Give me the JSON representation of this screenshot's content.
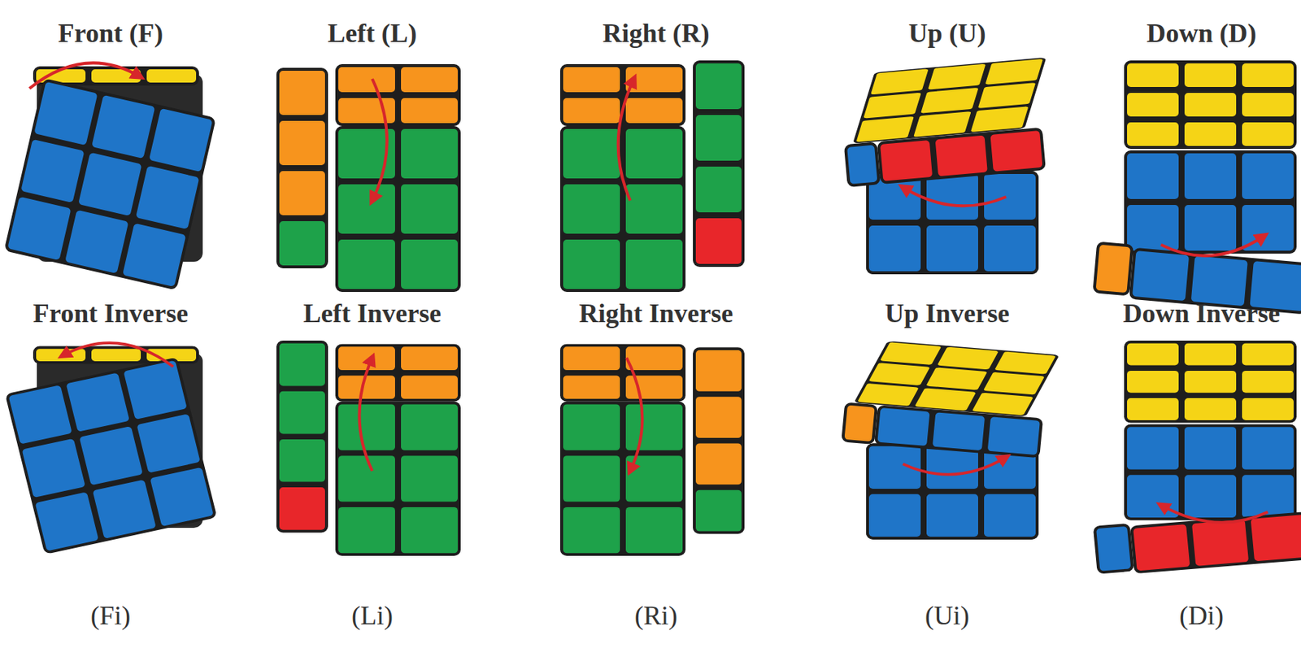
{
  "diagram": {
    "labels": [
      "Front (F)",
      "Left (L)",
      "Right (R)",
      "Up (U)",
      "Down (D)",
      "Front Inverse",
      "Left Inverse",
      "Right Inverse",
      "Up Inverse",
      "Down Inverse",
      "(Fi)",
      "(Li)",
      "(Ri)",
      "(Ui)",
      "(Di)"
    ]
  }
}
